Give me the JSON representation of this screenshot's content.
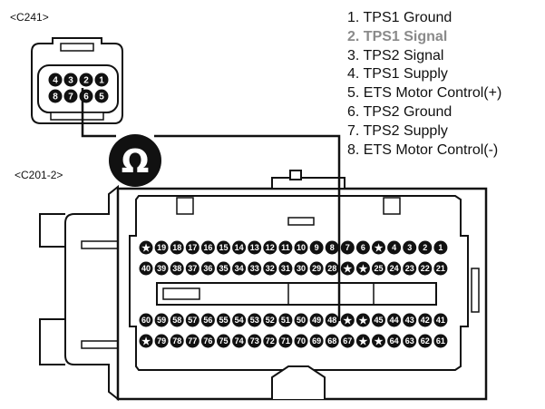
{
  "connectors": {
    "c241": {
      "label": "<C241>",
      "pin_labels": [
        "4",
        "3",
        "2",
        "1",
        "8",
        "7",
        "6",
        "5"
      ]
    },
    "c201": {
      "label": "<C201-2>",
      "rows": [
        [
          "★",
          "19",
          "18",
          "17",
          "16",
          "15",
          "14",
          "13",
          "12",
          "11",
          "10",
          "9",
          "8",
          "7",
          "6",
          "★",
          "4",
          "3",
          "2",
          "1"
        ],
        [
          "40",
          "39",
          "38",
          "37",
          "36",
          "35",
          "34",
          "33",
          "32",
          "31",
          "30",
          "29",
          "28",
          "★",
          "★",
          "25",
          "24",
          "23",
          "22",
          "21"
        ],
        [
          "60",
          "59",
          "58",
          "57",
          "56",
          "55",
          "54",
          "53",
          "52",
          "51",
          "50",
          "49",
          "48",
          "★",
          "★",
          "45",
          "44",
          "43",
          "42",
          "41"
        ],
        [
          "★",
          "79",
          "78",
          "77",
          "76",
          "75",
          "74",
          "73",
          "72",
          "71",
          "70",
          "69",
          "68",
          "67",
          "★",
          "★",
          "64",
          "63",
          "62",
          "61"
        ]
      ]
    }
  },
  "meter": {
    "symbol": "Ω",
    "icon": "ohmmeter-icon"
  },
  "pin_list": [
    {
      "text": "1. TPS1 Ground",
      "highlight": false
    },
    {
      "text": "2. TPS1 Signal",
      "highlight": true
    },
    {
      "text": "3. TPS2 Signal",
      "highlight": false
    },
    {
      "text": "4. TPS1 Supply",
      "highlight": false
    },
    {
      "text": "5. ETS Motor Control(+)",
      "highlight": false
    },
    {
      "text": "6. TPS2 Ground",
      "highlight": false
    },
    {
      "text": "7. TPS2 Supply",
      "highlight": false
    },
    {
      "text": "8. ETS Motor Control(-)",
      "highlight": false
    }
  ],
  "colors": {
    "highlight": "#8a8a8a",
    "line": "#111111",
    "pin_fill": "#111111",
    "pin_text": "#ffffff"
  }
}
